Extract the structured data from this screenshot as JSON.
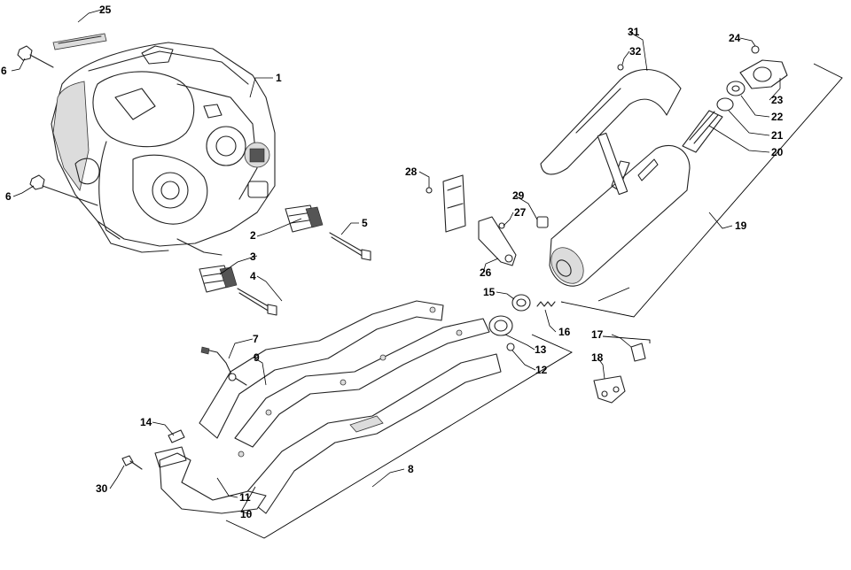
{
  "callouts": [
    "1",
    "2",
    "3",
    "4",
    "5",
    "6",
    "6",
    "7",
    "8",
    "9",
    "10",
    "11",
    "12",
    "13",
    "14",
    "15",
    "16",
    "17",
    "18",
    "19",
    "20",
    "21",
    "22",
    "23",
    "24",
    "25",
    "26",
    "27",
    "28",
    "29",
    "30",
    "31",
    "32"
  ]
}
